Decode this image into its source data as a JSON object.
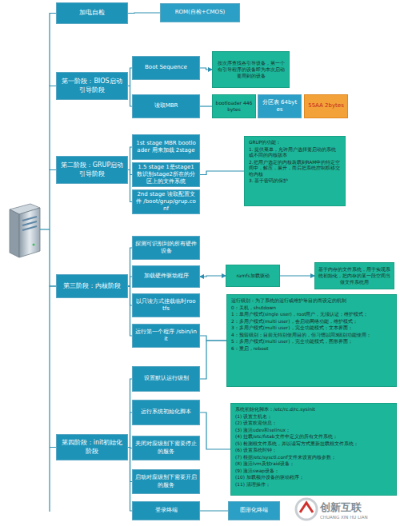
{
  "diagram": {
    "nodes": [
      {
        "text": [
          "加电自检"
        ]
      },
      {
        "text": [
          "ROM(自检+CMOS)"
        ]
      },
      {
        "text": [
          "第一阶段：BIOS启动引导阶段"
        ]
      },
      {
        "text": [
          "Boot Sequence"
        ]
      },
      {
        "text": [
          "按次序查找各引导设备，第一个有引导程序的设备即为本次启动要用到的设备"
        ]
      },
      {
        "text": [
          "读取MBR"
        ]
      },
      {
        "text": [
          "bootloader 446bytes"
        ]
      },
      {
        "text": [
          "分区表 64bytes"
        ]
      },
      {
        "text": [
          "55AA 2bytes"
        ]
      },
      {
        "text": [
          "第二阶段：GRUP启动引导阶段"
        ]
      },
      {
        "text": [
          "1st stage MBR bootloader 用来加载 2stage"
        ]
      },
      {
        "text": [
          "1.5 stage 1是stage1 数识别stage2所在的分区上的文件系统"
        ]
      },
      {
        "text": [
          "2nd stage 读取配置文件 /boot/grup/grup.conf"
        ]
      },
      {
        "text": [
          "GRUP的功能：",
          "1. 提供菜单，允许用户选择要启动的系统或不同的内核版本",
          "2.把用户选定的内核装载到RAM中的特定空间中，解压，展开，而后把系统控制权移交给内核",
          "3. 基于密码的保护"
        ]
      },
      {
        "text": [
          "第三阶段：内核阶段"
        ]
      },
      {
        "text": [
          "探测可识别到的所有硬件设备"
        ]
      },
      {
        "text": [
          "加载硬件驱动程序"
        ]
      },
      {
        "text": [
          "ramfs加载驱动"
        ]
      },
      {
        "text": [
          "基于内存的文件系统，用于实现系统初始化，把内存的某一段空间当做文件系统用"
        ]
      },
      {
        "text": [
          "以只读方式挂载临时rootfs"
        ]
      },
      {
        "text": [
          "运行第一个程序 /sbin/init"
        ]
      },
      {
        "text": [
          "运行级别：为了系统的运行或维护等目的而设定的机制",
          "0：关机，shutdown",
          "1：单用户模式(single user)，root用户，无须认证；维护模式；",
          "2：多用户模式(multi user)，会启动网络功能，维护模式；",
          "3：多用户模式(multi user)，完全功能模式；文本界面；",
          "4：预留级别；目前无特别使用目的，但习惯以同3级别功能使用；",
          "5：多用户模式(multi user)，完全功能模式，图形界面；",
          "6：重启，reboot"
        ]
      },
      {
        "text": [
          "第四阶段：init初始化阶段"
        ]
      },
      {
        "text": [
          "设置默认运行级别"
        ]
      },
      {
        "text": [
          "运行系统初始化脚本"
        ]
      },
      {
        "text": [
          "系统初始化脚本：/etc/rc.d/rc.sysinit",
          "(1) 设置主机名；",
          "(2) 设置欢迎信息；",
          "(3) 激活udev和selinux；",
          "(4) 挂载/etc/fstab文件中定义的所有文件系统；",
          "(5) 检测根文件系统，并以读写方式重新挂载根文件系统；",
          "(6) 设置系统时钟；",
          "(7) 根据/etc/sysctl.conf文件来设置内核参数；",
          "(8) 激活lvm及软raid设备；",
          "(9) 激活swap设备；",
          "(10) 加载额外设备的驱动程序；",
          "(11) 清理操作；"
        ]
      },
      {
        "text": [
          "关闭对应级别下需要停止的服务"
        ]
      },
      {
        "text": [
          "启动对应级别下需要开启的服务"
        ]
      },
      {
        "text": [
          "登录终端"
        ]
      },
      {
        "text": [
          "图形化终端"
        ]
      }
    ],
    "edges": [
      {
        "from": 0,
        "to": 2,
        "arrow": "none"
      },
      {
        "from": 2,
        "to": 9,
        "arrow": "none"
      },
      {
        "from": 9,
        "to": 14,
        "arrow": "none"
      },
      {
        "from": 14,
        "to": 22,
        "arrow": "none"
      },
      {
        "from": 0,
        "to": 1,
        "arrow": "none"
      },
      {
        "from": 2,
        "to": 3,
        "arrow": "none"
      },
      {
        "from": 2,
        "to": 5,
        "arrow": "none"
      },
      {
        "from": 3,
        "to": 4,
        "arrow": "to"
      },
      {
        "from": 5,
        "to": 6,
        "arrow": "none"
      },
      {
        "from": 9,
        "to": 10,
        "arrow": "none"
      },
      {
        "from": 9,
        "to": 11,
        "arrow": "none"
      },
      {
        "from": 9,
        "to": 12,
        "arrow": "none"
      },
      {
        "from": 11,
        "to": 13,
        "arrow": "none"
      },
      {
        "from": 14,
        "to": 15,
        "arrow": "none"
      },
      {
        "from": 14,
        "to": 16,
        "arrow": "none"
      },
      {
        "from": 14,
        "to": 19,
        "arrow": "none"
      },
      {
        "from": 14,
        "to": 20,
        "arrow": "none"
      },
      {
        "from": 16,
        "to": 17,
        "arrow": "both"
      },
      {
        "from": 17,
        "to": 18,
        "arrow": "to"
      },
      {
        "from": 20,
        "to": 21,
        "arrow": "none"
      },
      {
        "from": 22,
        "to": 23,
        "arrow": "none"
      },
      {
        "from": 22,
        "to": 24,
        "arrow": "none"
      },
      {
        "from": 22,
        "to": 26,
        "arrow": "none"
      },
      {
        "from": 22,
        "to": 27,
        "arrow": "none"
      },
      {
        "from": 22,
        "to": 28,
        "arrow": "none"
      },
      {
        "from": 23,
        "to": 21,
        "arrow": "none"
      },
      {
        "from": 24,
        "to": 25,
        "arrow": "none"
      },
      {
        "from": 28,
        "to": 29,
        "arrow": "none"
      }
    ],
    "labels": [
      "创新互联",
      "CHUANG XIN HU LIAN"
    ]
  }
}
